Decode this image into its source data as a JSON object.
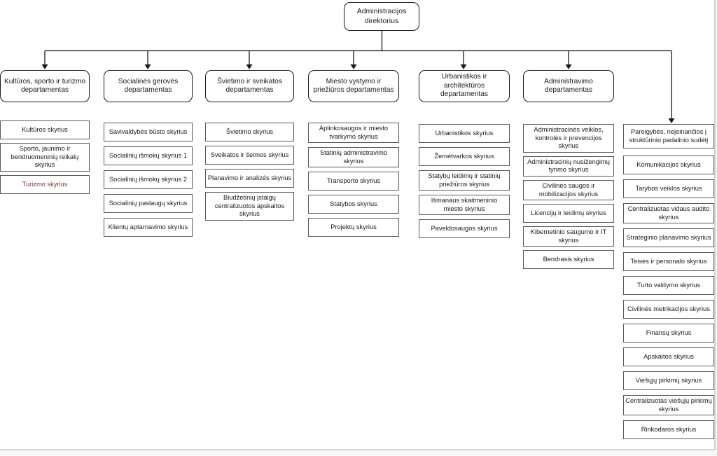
{
  "root": {
    "label": "Administracijos direktorius"
  },
  "colors": {
    "line": "#1a1a1a",
    "box_border": "#595959",
    "header_border": "#1a1a1a",
    "text": "#1a1a1a",
    "highlight_text": "#7d3535"
  },
  "columns": [
    {
      "id": "kulturos-sporto-turizmo",
      "header": "Kultūros, sporto ir turizmo departamentas",
      "header_shape": "rounded",
      "items": [
        {
          "label": "Kultūros skyrius"
        },
        {
          "label": "Sporto, jaunimo ir bendruomeninių reikalų skyrius"
        },
        {
          "label": "Turizmo skyrius",
          "highlight": true
        }
      ]
    },
    {
      "id": "socialines-geroves",
      "header": "Socialinės gerovės departamentas",
      "header_shape": "rounded",
      "items": [
        {
          "label": "Savivaldybės būsto skyrius"
        },
        {
          "label": "Socialinių išmokų skyrius 1"
        },
        {
          "label": "Socialinių išmokų skyrius 2"
        },
        {
          "label": "Socialinių paslaugų skyrius"
        },
        {
          "label": "Klientų aptarnavimo skyrius"
        }
      ]
    },
    {
      "id": "svietimo-sveikatos",
      "header": "Švietimo ir sveikatos departamentas",
      "header_shape": "rounded",
      "items": [
        {
          "label": "Švietimo skyrius"
        },
        {
          "label": "Sveikatos ir šeimos skyrius"
        },
        {
          "label": "Planavimo ir analizės skyrius"
        },
        {
          "label": "Biudžetinių įstaigų centralizuotos apskaitos skyrius"
        }
      ]
    },
    {
      "id": "miesto-vystymo-prieziuros",
      "header": "Miesto vystymo ir priežiūros departamentas",
      "header_shape": "rounded",
      "items": [
        {
          "label": "Aplinkosaugos ir miesto tvarkymo skyrius"
        },
        {
          "label": "Statinių administravimo skyrius"
        },
        {
          "label": "Transporto skyrius"
        },
        {
          "label": "Statybos skyrius"
        },
        {
          "label": "Projektų skyrius"
        }
      ]
    },
    {
      "id": "urbanistikos-architekturos",
      "header": "Urbanistikos ir architektūros departamentas",
      "header_shape": "rounded",
      "items": [
        {
          "label": "Urbanistikos skyrius"
        },
        {
          "label": "Žemėtvarkos skyrius"
        },
        {
          "label": "Statybų leidimų ir statinių priežiūros skyrius"
        },
        {
          "label": "Išmanaus skaitmeninio miesto skyrius"
        },
        {
          "label": "Paveldosaugos skyrius"
        }
      ]
    },
    {
      "id": "administravimo",
      "header": "Administravimo departamentas",
      "header_shape": "rounded",
      "items": [
        {
          "label": "Administracinės veiklos, kontrolės ir prevencijos skyrius"
        },
        {
          "label": "Administracinių nusižengimų tyrimo skyrius"
        },
        {
          "label": "Civilinės saugos ir mobilizacijos skyrius"
        },
        {
          "label": "Licencijų ir leidimų skyrius"
        },
        {
          "label": "Kibernetinio saugumo ir IT skyrius"
        },
        {
          "label": "Bendrasis skyrius"
        }
      ]
    },
    {
      "id": "pareigybes-neieinancios",
      "header": "Pareigybės, neįeinančios į struktūrinio padalinio sudėtį",
      "header_shape": "rect",
      "items": [
        {
          "label": "Komunikacijos skyrius"
        },
        {
          "label": "Tarybos veiklos skyrius"
        },
        {
          "label": "Centralizuotas vidaus audito skyrius"
        },
        {
          "label": "Strateginio planavimo skyrius"
        },
        {
          "label": "Teisės ir personalo skyrius"
        },
        {
          "label": "Turto valdymo skyrius"
        },
        {
          "label": "Civilinės metrikacijos skyrius"
        },
        {
          "label": "Finansų skyrius"
        },
        {
          "label": "Apskaitos skyrius"
        },
        {
          "label": "Viešųjų pirkimų skyrius"
        },
        {
          "label": "Centralizuotas viešųjų pirkimų skyrius"
        },
        {
          "label": "Rinkodaros skyrius"
        }
      ]
    }
  ]
}
